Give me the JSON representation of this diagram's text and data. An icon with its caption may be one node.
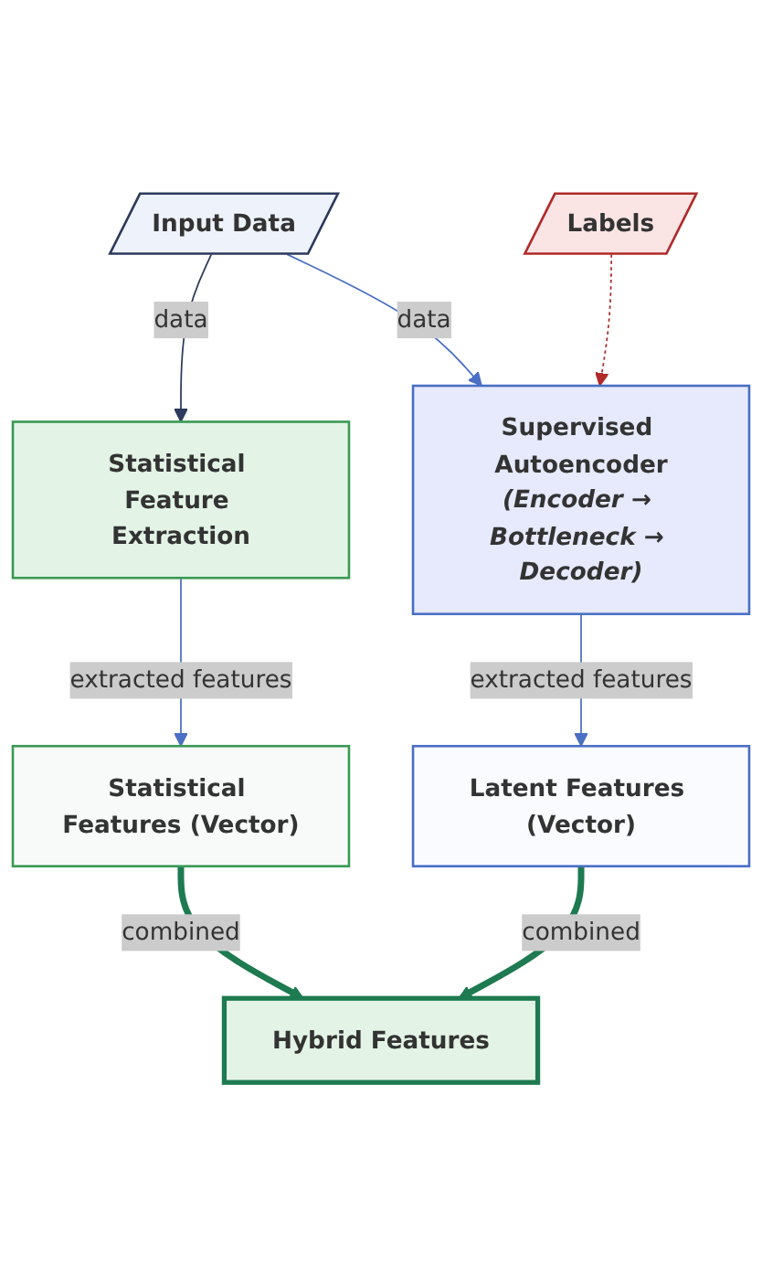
{
  "diagram": {
    "nodes": [
      {
        "text": [
          "Input Data"
        ]
      },
      {
        "text": [
          "Labels"
        ]
      },
      {
        "text": [
          "Statistical Feature Extraction"
        ]
      },
      {
        "text": [
          "Supervised Autoencoder",
          "(Encoder → Bottleneck → Decoder)"
        ]
      },
      {
        "text": [
          "Statistical Features (Vector)"
        ]
      },
      {
        "text": [
          "Latent Features (Vector)"
        ]
      },
      {
        "text": [
          "Hybrid Features"
        ]
      }
    ],
    "edges": [
      {
        "from": 0,
        "to": 2,
        "arrow": "to",
        "label": "data",
        "color": "#2d3a5c"
      },
      {
        "from": 0,
        "to": 3,
        "arrow": "to",
        "label": "data"
      },
      {
        "from": 1,
        "to": 3,
        "arrow": "to",
        "style": "dashed",
        "color": "#b02a2a"
      },
      {
        "from": 2,
        "to": 4,
        "arrow": "to",
        "label": "extracted features"
      },
      {
        "from": 3,
        "to": 5,
        "arrow": "to",
        "label": "extracted features"
      },
      {
        "from": 4,
        "to": 6,
        "arrow": "to",
        "label": "combined",
        "style": "thick",
        "color": "#1e7a50"
      },
      {
        "from": 5,
        "to": 6,
        "arrow": "to",
        "label": "combined",
        "style": "thick",
        "color": "#1e7a50"
      }
    ]
  }
}
